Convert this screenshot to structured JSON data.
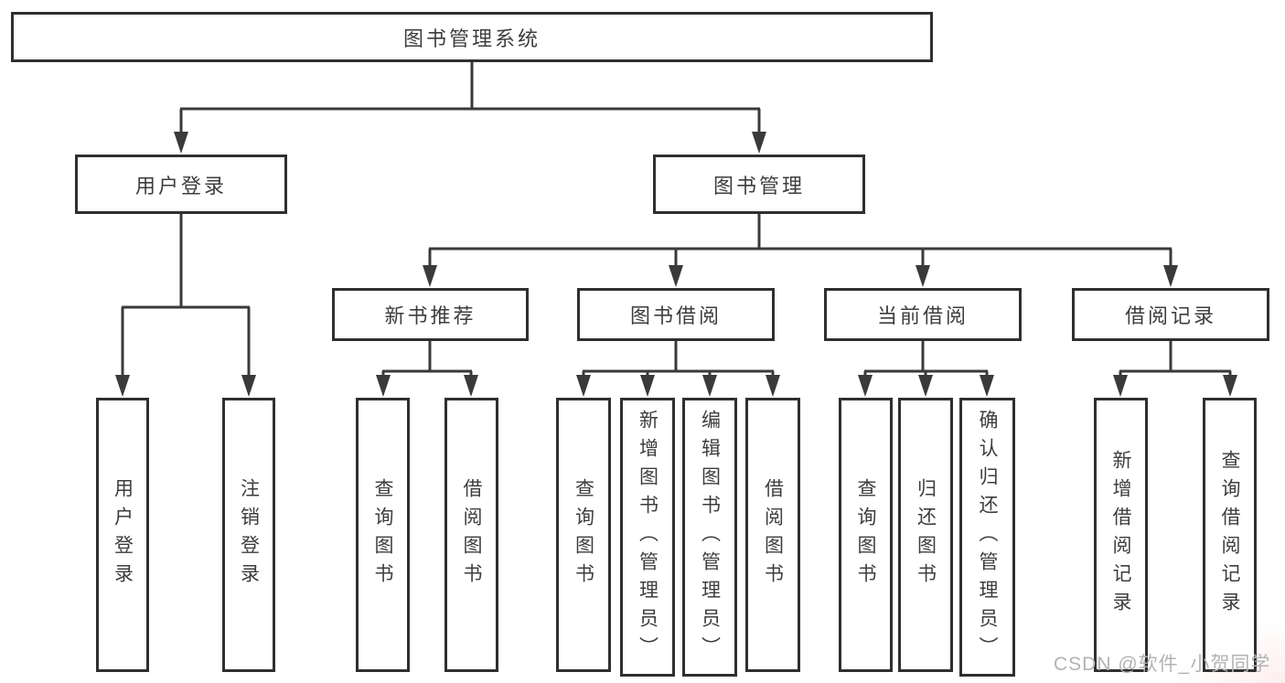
{
  "tree": {
    "label": "图书管理系统",
    "children": [
      {
        "label": "用户登录",
        "children": [
          {
            "label": "用户登录"
          },
          {
            "label": "注销登录"
          }
        ]
      },
      {
        "label": "图书管理",
        "children": [
          {
            "label": "新书推荐",
            "children": [
              {
                "label": "查询图书"
              },
              {
                "label": "借阅图书"
              }
            ]
          },
          {
            "label": "图书借阅",
            "children": [
              {
                "label": "查询图书"
              },
              {
                "label": "新增图书（管理员）"
              },
              {
                "label": "编辑图书（管理员）"
              },
              {
                "label": "借阅图书"
              }
            ]
          },
          {
            "label": "当前借阅",
            "children": [
              {
                "label": "查询图书"
              },
              {
                "label": "归还图书"
              },
              {
                "label": "确认归还（管理员）"
              }
            ]
          },
          {
            "label": "借阅记录",
            "children": [
              {
                "label": "新增借阅记录"
              },
              {
                "label": "查询借阅记录"
              }
            ]
          }
        ]
      }
    ]
  },
  "watermark": "CSDN @软件_小贺同学",
  "colors": {
    "line": "#3a3a3a",
    "box_border": "#2f2f2f",
    "text": "#3d3d3d",
    "watermark_text": "#b3b3b3",
    "background": "#ffffff"
  }
}
